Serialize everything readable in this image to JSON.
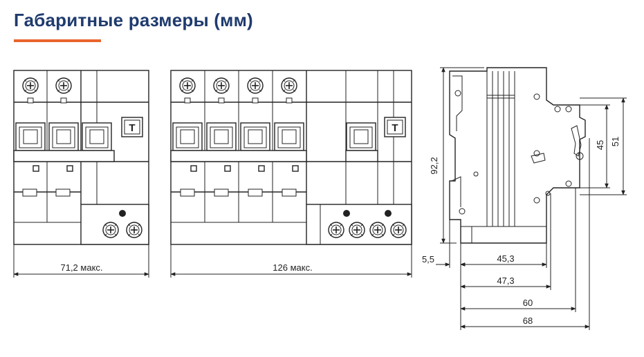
{
  "title": "Габаритные размеры (мм)",
  "colors": {
    "title": "#1f3b6e",
    "accent": "#e8642c",
    "line": "#222222",
    "fill": "#f2f2f2"
  },
  "front_view_2pole": {
    "width_label": "71,2 макс.",
    "test_button_label": "T"
  },
  "front_view_4pole": {
    "width_label": "126 макс.",
    "test_button_label": "T"
  },
  "side_view": {
    "height_label": "92,2",
    "height_45_label": "45",
    "height_51_label": "51",
    "offset_label": "5,5",
    "depth_45_label": "45,3",
    "depth_47_label": "47,3",
    "depth_60_label": "60",
    "depth_68_label": "68"
  }
}
